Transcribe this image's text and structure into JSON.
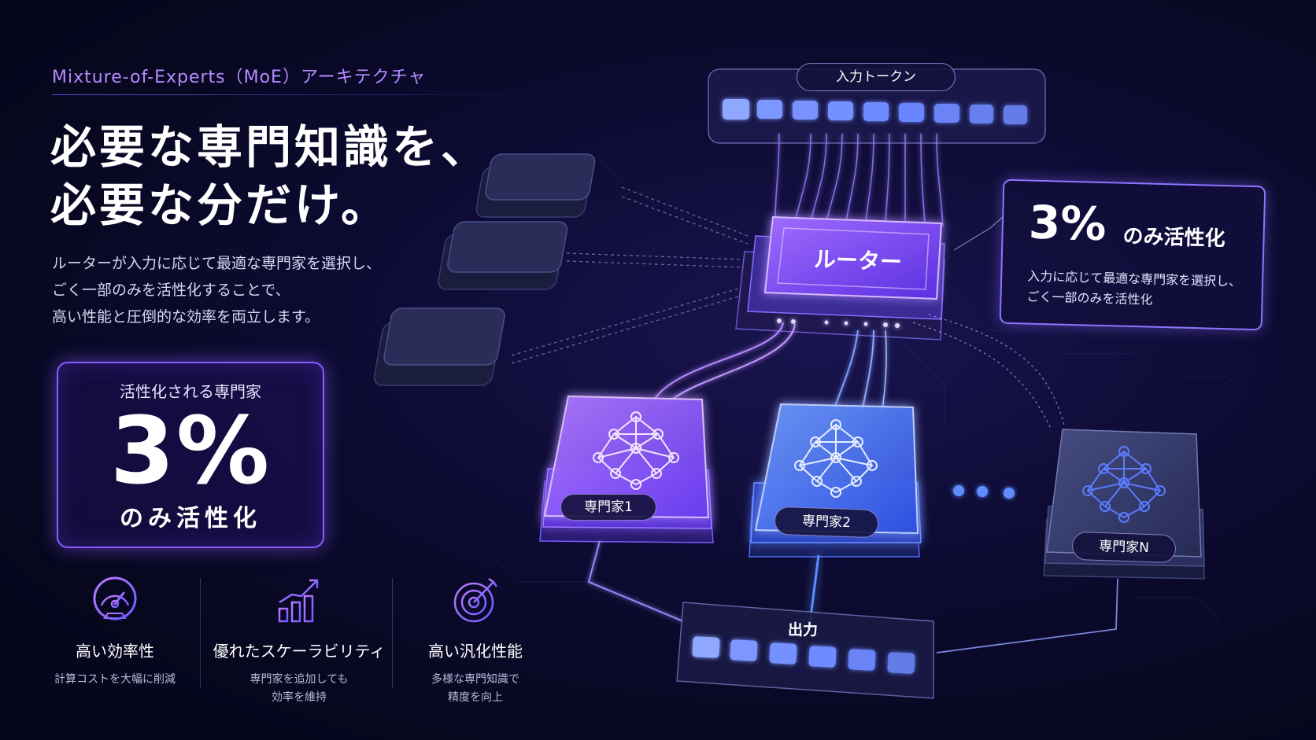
{
  "header": {
    "eyebrow": "Mixture-of-Experts（MoE）アーキテクチャ",
    "headline_lines": [
      "必要な専門知識を、",
      "必要な分だけ。"
    ],
    "description_lines": [
      "ルーターが入力に応じて最適な専門家を選択し、",
      "ごく一部のみを活性化することで、",
      "高い性能と圧倒的な効率を両立します。"
    ]
  },
  "stat_card": {
    "label": "活性化される専門家",
    "value": "3%",
    "sub": "のみ活性化"
  },
  "features": [
    {
      "icon": "gauge-icon",
      "title": "高い効率性",
      "desc_lines": [
        "計算コストを大幅に削減"
      ]
    },
    {
      "icon": "growth-chart-icon",
      "title": "優れたスケーラビリティ",
      "desc_lines": [
        "専門家を追加しても",
        "効率を維持"
      ]
    },
    {
      "icon": "target-icon",
      "title": "高い汎化性能",
      "desc_lines": [
        "多様な専門知識で",
        "精度を向上"
      ]
    }
  ],
  "diagram": {
    "input_label": "入力トークン",
    "router_label": "ルーター",
    "experts": [
      {
        "label": "専門家1",
        "active": true,
        "color": "#9b5cff"
      },
      {
        "label": "専門家2",
        "active": true,
        "color": "#3f6bff"
      },
      {
        "label": "専門家N",
        "active": false,
        "color": "#3a4170"
      }
    ],
    "output_label": "出力"
  },
  "callout": {
    "value": "3%",
    "text": "のみ活性化",
    "desc_lines": [
      "入力に応じて最適な専門家を選択し、",
      "ごく一部のみを活性化"
    ]
  },
  "colors": {
    "accent_purple": "#9b5cff",
    "accent_blue": "#3f6bff",
    "background": "#0d0b33"
  }
}
